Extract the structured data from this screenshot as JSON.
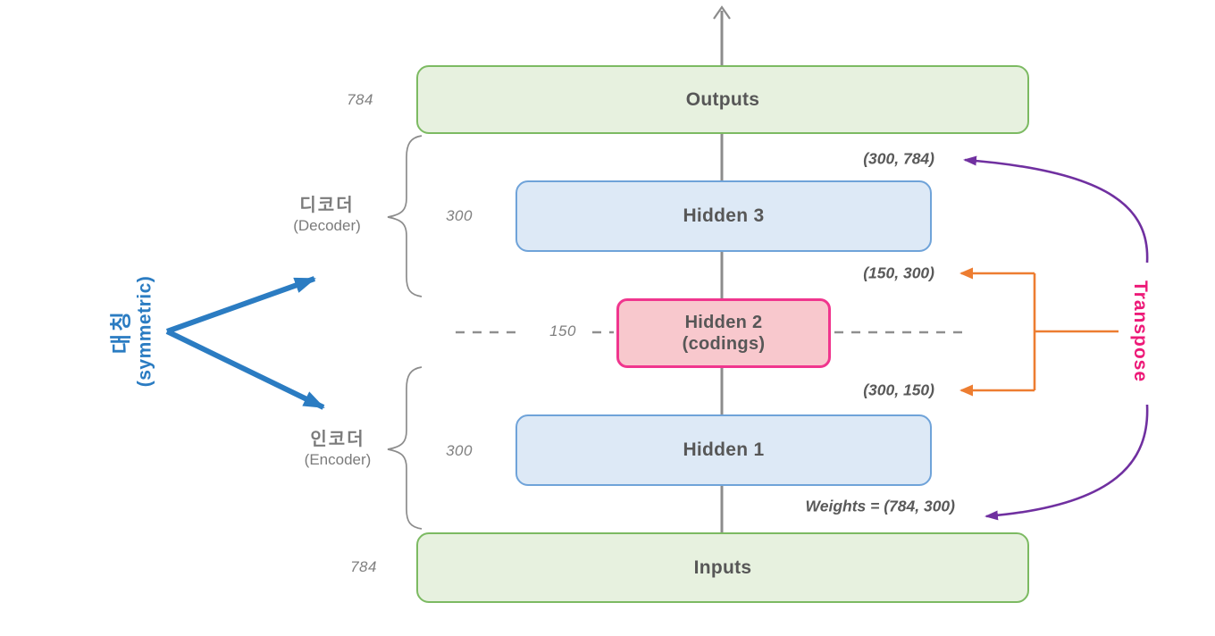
{
  "diagram": {
    "type": "stacked-autoencoder-architecture"
  },
  "layers": {
    "outputs": {
      "label": "Outputs",
      "size": "784"
    },
    "hidden3": {
      "label": "Hidden 3",
      "size": "300"
    },
    "hidden2": {
      "label": "Hidden 2",
      "sublabel": "(codings)",
      "size": "150"
    },
    "hidden1": {
      "label": "Hidden 1",
      "size": "300"
    },
    "inputs": {
      "label": "Inputs",
      "size": "784"
    }
  },
  "weights": {
    "out": "(300, 784)",
    "h3": "(150, 300)",
    "h2": "(300, 150)",
    "h1": "Weights = (784, 300)"
  },
  "annotations": {
    "decoder": {
      "ko": "디코더",
      "en": "(Decoder)"
    },
    "encoder": {
      "ko": "인코더",
      "en": "(Encoder)"
    },
    "symmetric": {
      "ko": "대칭",
      "en": "(symmetric)"
    },
    "transpose": "Transpose"
  },
  "colors": {
    "io_fill": "#e7f1df",
    "io_border": "#7cba62",
    "hidden_fill": "#dde9f6",
    "hidden_border": "#6fa3d9",
    "coding_fill": "#f8c8cd",
    "coding_border": "#f0368e",
    "box_text": "#575757",
    "dim_text": "#7f7f7f",
    "weight_text": "#595959",
    "symmetric_blue": "#2b7cc2",
    "transpose_pink": "#ed1a78",
    "bracket_orange": "#ed7d31",
    "arrow_purple": "#7030a0",
    "axis_gray": "#8c8c8c"
  }
}
